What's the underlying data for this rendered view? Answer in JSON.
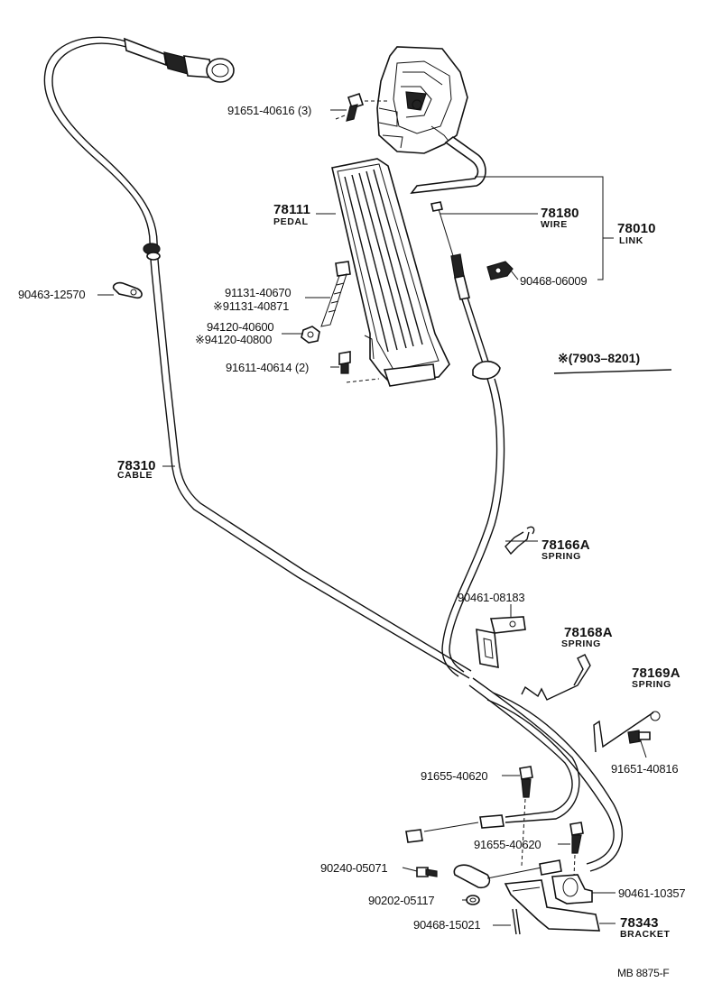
{
  "diagram": {
    "parts": [
      {
        "id": "p91651a",
        "number": "91651-40616 (3)",
        "name": ""
      },
      {
        "id": "p78111",
        "number": "78111",
        "name": "PEDAL"
      },
      {
        "id": "p78180",
        "number": "78180",
        "name": "WIRE"
      },
      {
        "id": "p78010",
        "number": "78010",
        "name": "LINK"
      },
      {
        "id": "p90468a",
        "number": "90468-06009",
        "name": ""
      },
      {
        "id": "p90463",
        "number": "90463-12570",
        "name": ""
      },
      {
        "id": "p91131a",
        "number": "91131-40670",
        "name": ""
      },
      {
        "id": "p91131b",
        "number": "※91131-40871",
        "name": ""
      },
      {
        "id": "p94120a",
        "number": "94120-40600",
        "name": ""
      },
      {
        "id": "p94120b",
        "number": "※94120-40800",
        "name": ""
      },
      {
        "id": "p91611",
        "number": "91611-40614 (2)",
        "name": ""
      },
      {
        "id": "p78310",
        "number": "78310",
        "name": "CABLE"
      },
      {
        "id": "p78166",
        "number": "78166A",
        "name": "SPRING"
      },
      {
        "id": "p90461a",
        "number": "90461-08183",
        "name": ""
      },
      {
        "id": "p78168",
        "number": "78168A",
        "name": "SPRING"
      },
      {
        "id": "p78169",
        "number": "78169A",
        "name": "SPRING"
      },
      {
        "id": "p91651b",
        "number": "91651-40816",
        "name": ""
      },
      {
        "id": "p91655a",
        "number": "91655-40620",
        "name": ""
      },
      {
        "id": "p91655b",
        "number": "91655-40620",
        "name": ""
      },
      {
        "id": "p90240",
        "number": "90240-05071",
        "name": ""
      },
      {
        "id": "p90461b",
        "number": "90461-10357",
        "name": ""
      },
      {
        "id": "p90202",
        "number": "90202-05117",
        "name": ""
      },
      {
        "id": "p90468b",
        "number": "90468-15021",
        "name": ""
      },
      {
        "id": "p78343",
        "number": "78343",
        "name": "BRACKET"
      }
    ],
    "production_note": "※(7903–8201)",
    "catalog_code": "MB  8875-F"
  }
}
